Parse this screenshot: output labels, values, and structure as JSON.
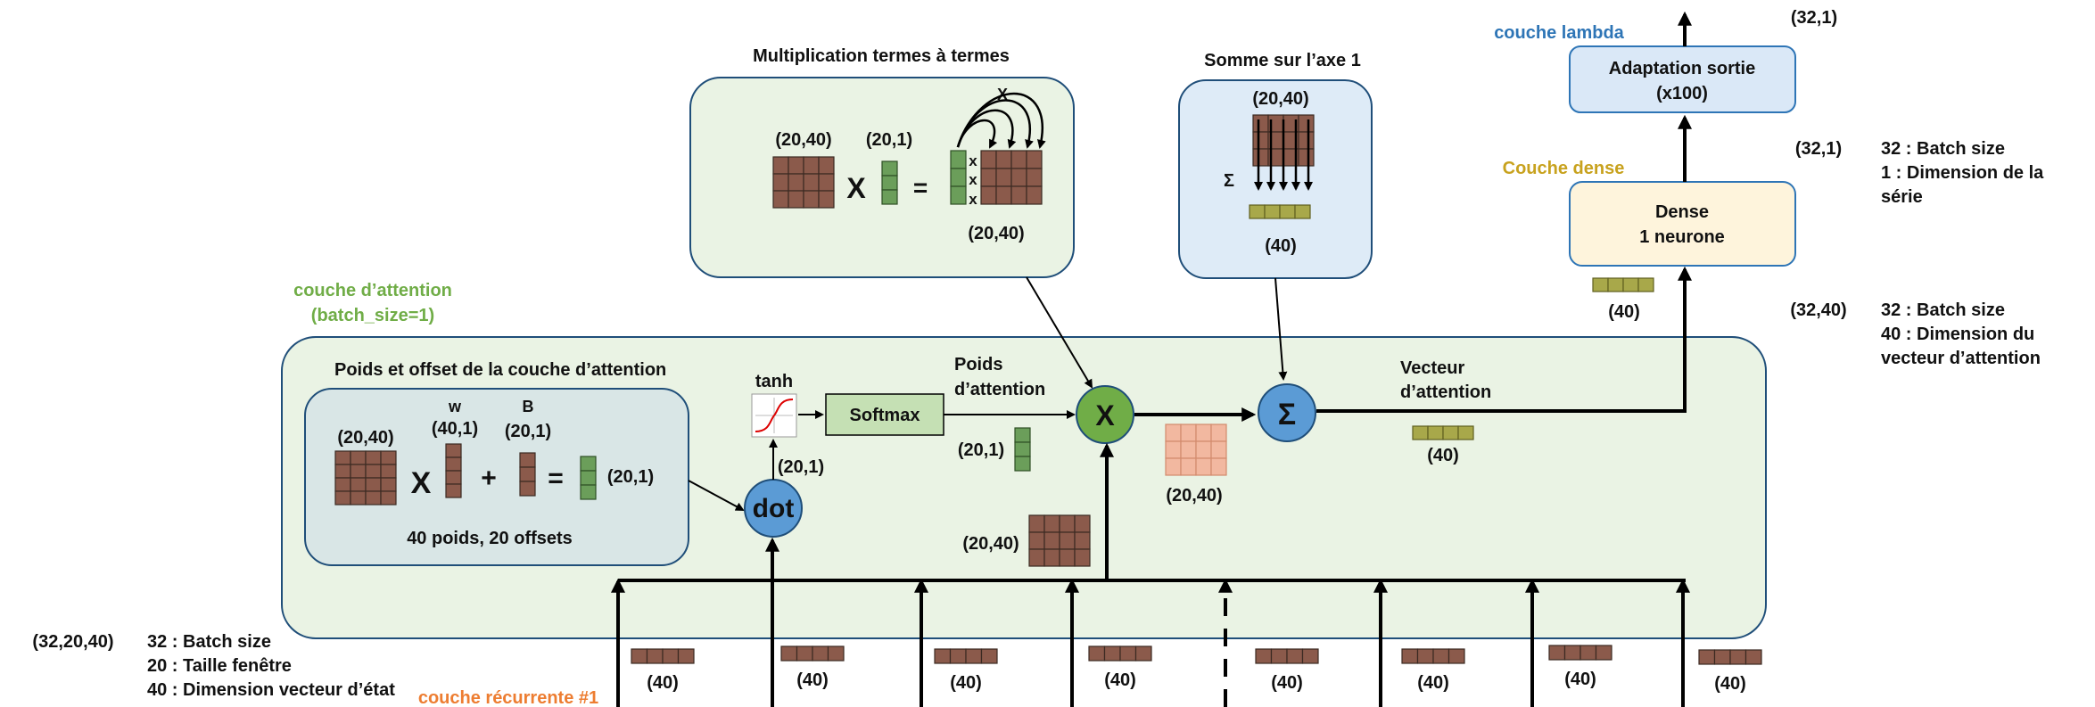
{
  "mult_panel": {
    "title": "Multiplication termes à termes",
    "shape_a": "(20,40)",
    "shape_b": "(20,1)",
    "op_times": "X",
    "op_equals": "=",
    "shape_out": "(20,40)",
    "arrow_label": "X",
    "row_x": "x"
  },
  "sum_panel": {
    "title": "Somme sur l’axe 1",
    "shape_in": "(20,40)",
    "sigma": "Σ",
    "shape_out": "(40)"
  },
  "lambda_layer": {
    "label": "couche lambda",
    "box_line1": "Adaptation sortie",
    "box_line2": "(x100)",
    "out_shape": "(32,1)"
  },
  "dense_layer": {
    "label": "Couche dense",
    "box_line1": "Dense",
    "box_line2": "1 neurone",
    "out_shape": "(32,1)",
    "note_line1": "32 : Batch size",
    "note_line2": "1 : Dimension de la",
    "note_line3": "série",
    "in_shape_small": "(40)",
    "in_shape": "(32,40)",
    "in_note_line1": "32 : Batch size",
    "in_note_line2": "40 : Dimension du",
    "in_note_line3": "vecteur d’attention"
  },
  "attention": {
    "label_line1": "couche d’attention",
    "label_line2": "(batch_size=1)",
    "weights_panel": {
      "title": "Poids et offset de la couche d’attention",
      "shape_a": "(20,40)",
      "w_label": "w",
      "w_shape": "(40,1)",
      "b_label": "B",
      "b_shape": "(20,1)",
      "op_times": "X",
      "op_plus": "+",
      "op_equals": "=",
      "result_shape": "(20,1)",
      "caption": "40 poids, 20 offsets"
    },
    "dot_label": "dot",
    "dot_out_shape": "(20,1)",
    "tanh_label": "tanh",
    "softmax_label": "Softmax",
    "poids_line1": "Poids",
    "poids_line2": "d’attention",
    "poids_shape": "(20,1)",
    "mult_label": "X",
    "input_shape": "(20,40)",
    "weighted_shape": "(20,40)",
    "sum_label": "Σ",
    "vector_line1": "Vecteur",
    "vector_line2": "d’attention",
    "vector_shape": "(40)"
  },
  "recurrent": {
    "label": "couche récurrente #1",
    "shape": "(32,20,40)",
    "note_line1": "32 : Batch size",
    "note_line2": "20 : Taille fenêtre",
    "note_line3": "40 : Dimension vecteur d’état",
    "step_shapes": [
      "(40)",
      "(40)",
      "(40)",
      "(40)",
      "(40)",
      "(40)",
      "(40)",
      "(40)"
    ]
  },
  "colors": {
    "brown": "#8b5a4b",
    "green_block": "#6b9e5a",
    "olive_block": "#a8a84a",
    "light_brown": "#f2b8a0",
    "node_blue": "#5b9bd5",
    "node_green": "#70ad47",
    "lambda_text": "#2e75b6",
    "dense_text": "#c8a21e",
    "attention_text": "#70ad47",
    "recurrent_text": "#ed7d31"
  }
}
